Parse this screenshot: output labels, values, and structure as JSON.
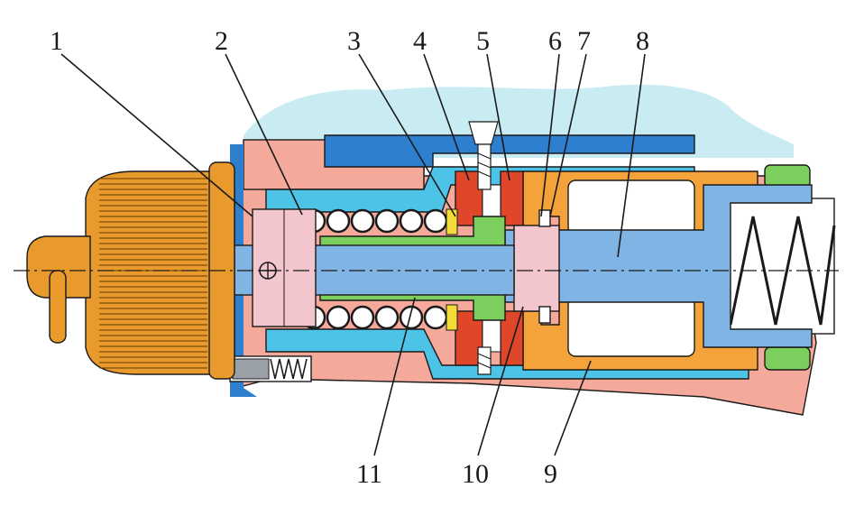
{
  "callouts": [
    {
      "id": "1",
      "label": "1"
    },
    {
      "id": "2",
      "label": "2"
    },
    {
      "id": "3",
      "label": "3"
    },
    {
      "id": "4",
      "label": "4"
    },
    {
      "id": "5",
      "label": "5"
    },
    {
      "id": "6",
      "label": "6"
    },
    {
      "id": "7",
      "label": "7"
    },
    {
      "id": "8",
      "label": "8"
    },
    {
      "id": "9",
      "label": "9"
    },
    {
      "id": "10",
      "label": "10"
    },
    {
      "id": "11",
      "label": "11"
    }
  ],
  "colors": {
    "housing_salmon": "#f4a99a",
    "cover_blue": "#2f7fd0",
    "insert_cyan": "#4ec3e8",
    "shaft_blue": "#7fb4e4",
    "knob_orange": "#e89a2c",
    "seal_red": "#e0462a",
    "bushing_green": "#7ccf5c",
    "collar_pink": "#f2c6cc",
    "background_cyan": "#c9ecf2",
    "body_orange": "#f3a33a"
  },
  "icons": {
    "spring": "spring-coil-icon",
    "crosshair": "circled-cross-icon",
    "screw": "screw-icon"
  }
}
